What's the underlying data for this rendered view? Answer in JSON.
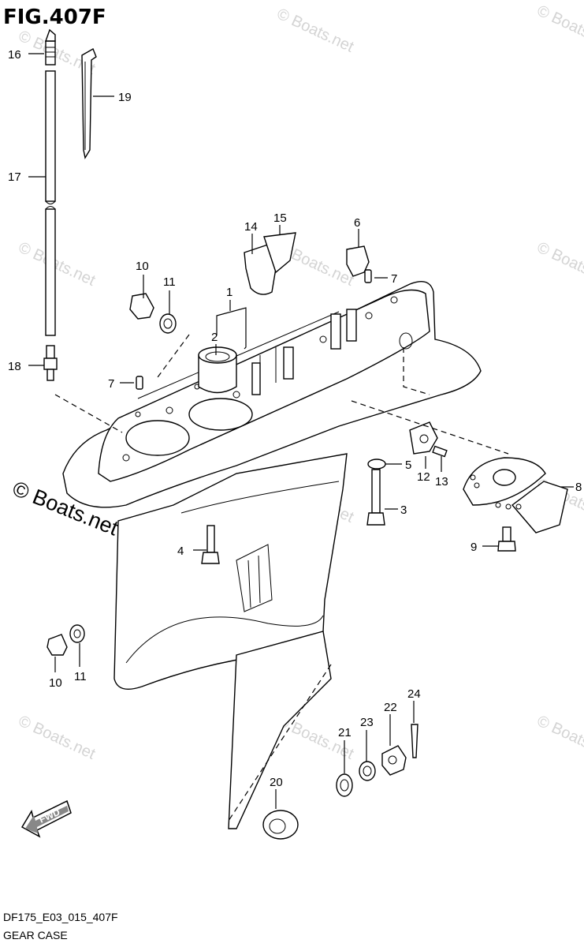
{
  "figure_title": "FIG.407F",
  "footer": {
    "model_code": "DF175_E03_015_407F",
    "section_name": "GEAR CASE"
  },
  "watermark": {
    "small_text": "© Boats.net",
    "large_text": "© Boats.net"
  },
  "direction_badge": "FWD",
  "callouts": {
    "c1": "1",
    "c2": "2",
    "c3": "3",
    "c4": "4",
    "c5": "5",
    "c6": "6",
    "c7a": "7",
    "c7b": "7",
    "c8": "8",
    "c9": "9",
    "c10a": "10",
    "c10b": "10",
    "c11a": "11",
    "c11b": "11",
    "c12": "12",
    "c13": "13",
    "c14": "14",
    "c15": "15",
    "c16": "16",
    "c17": "17",
    "c18": "18",
    "c19": "19",
    "c20": "20",
    "c21": "21",
    "c22": "22",
    "c23": "23",
    "c24": "24"
  }
}
